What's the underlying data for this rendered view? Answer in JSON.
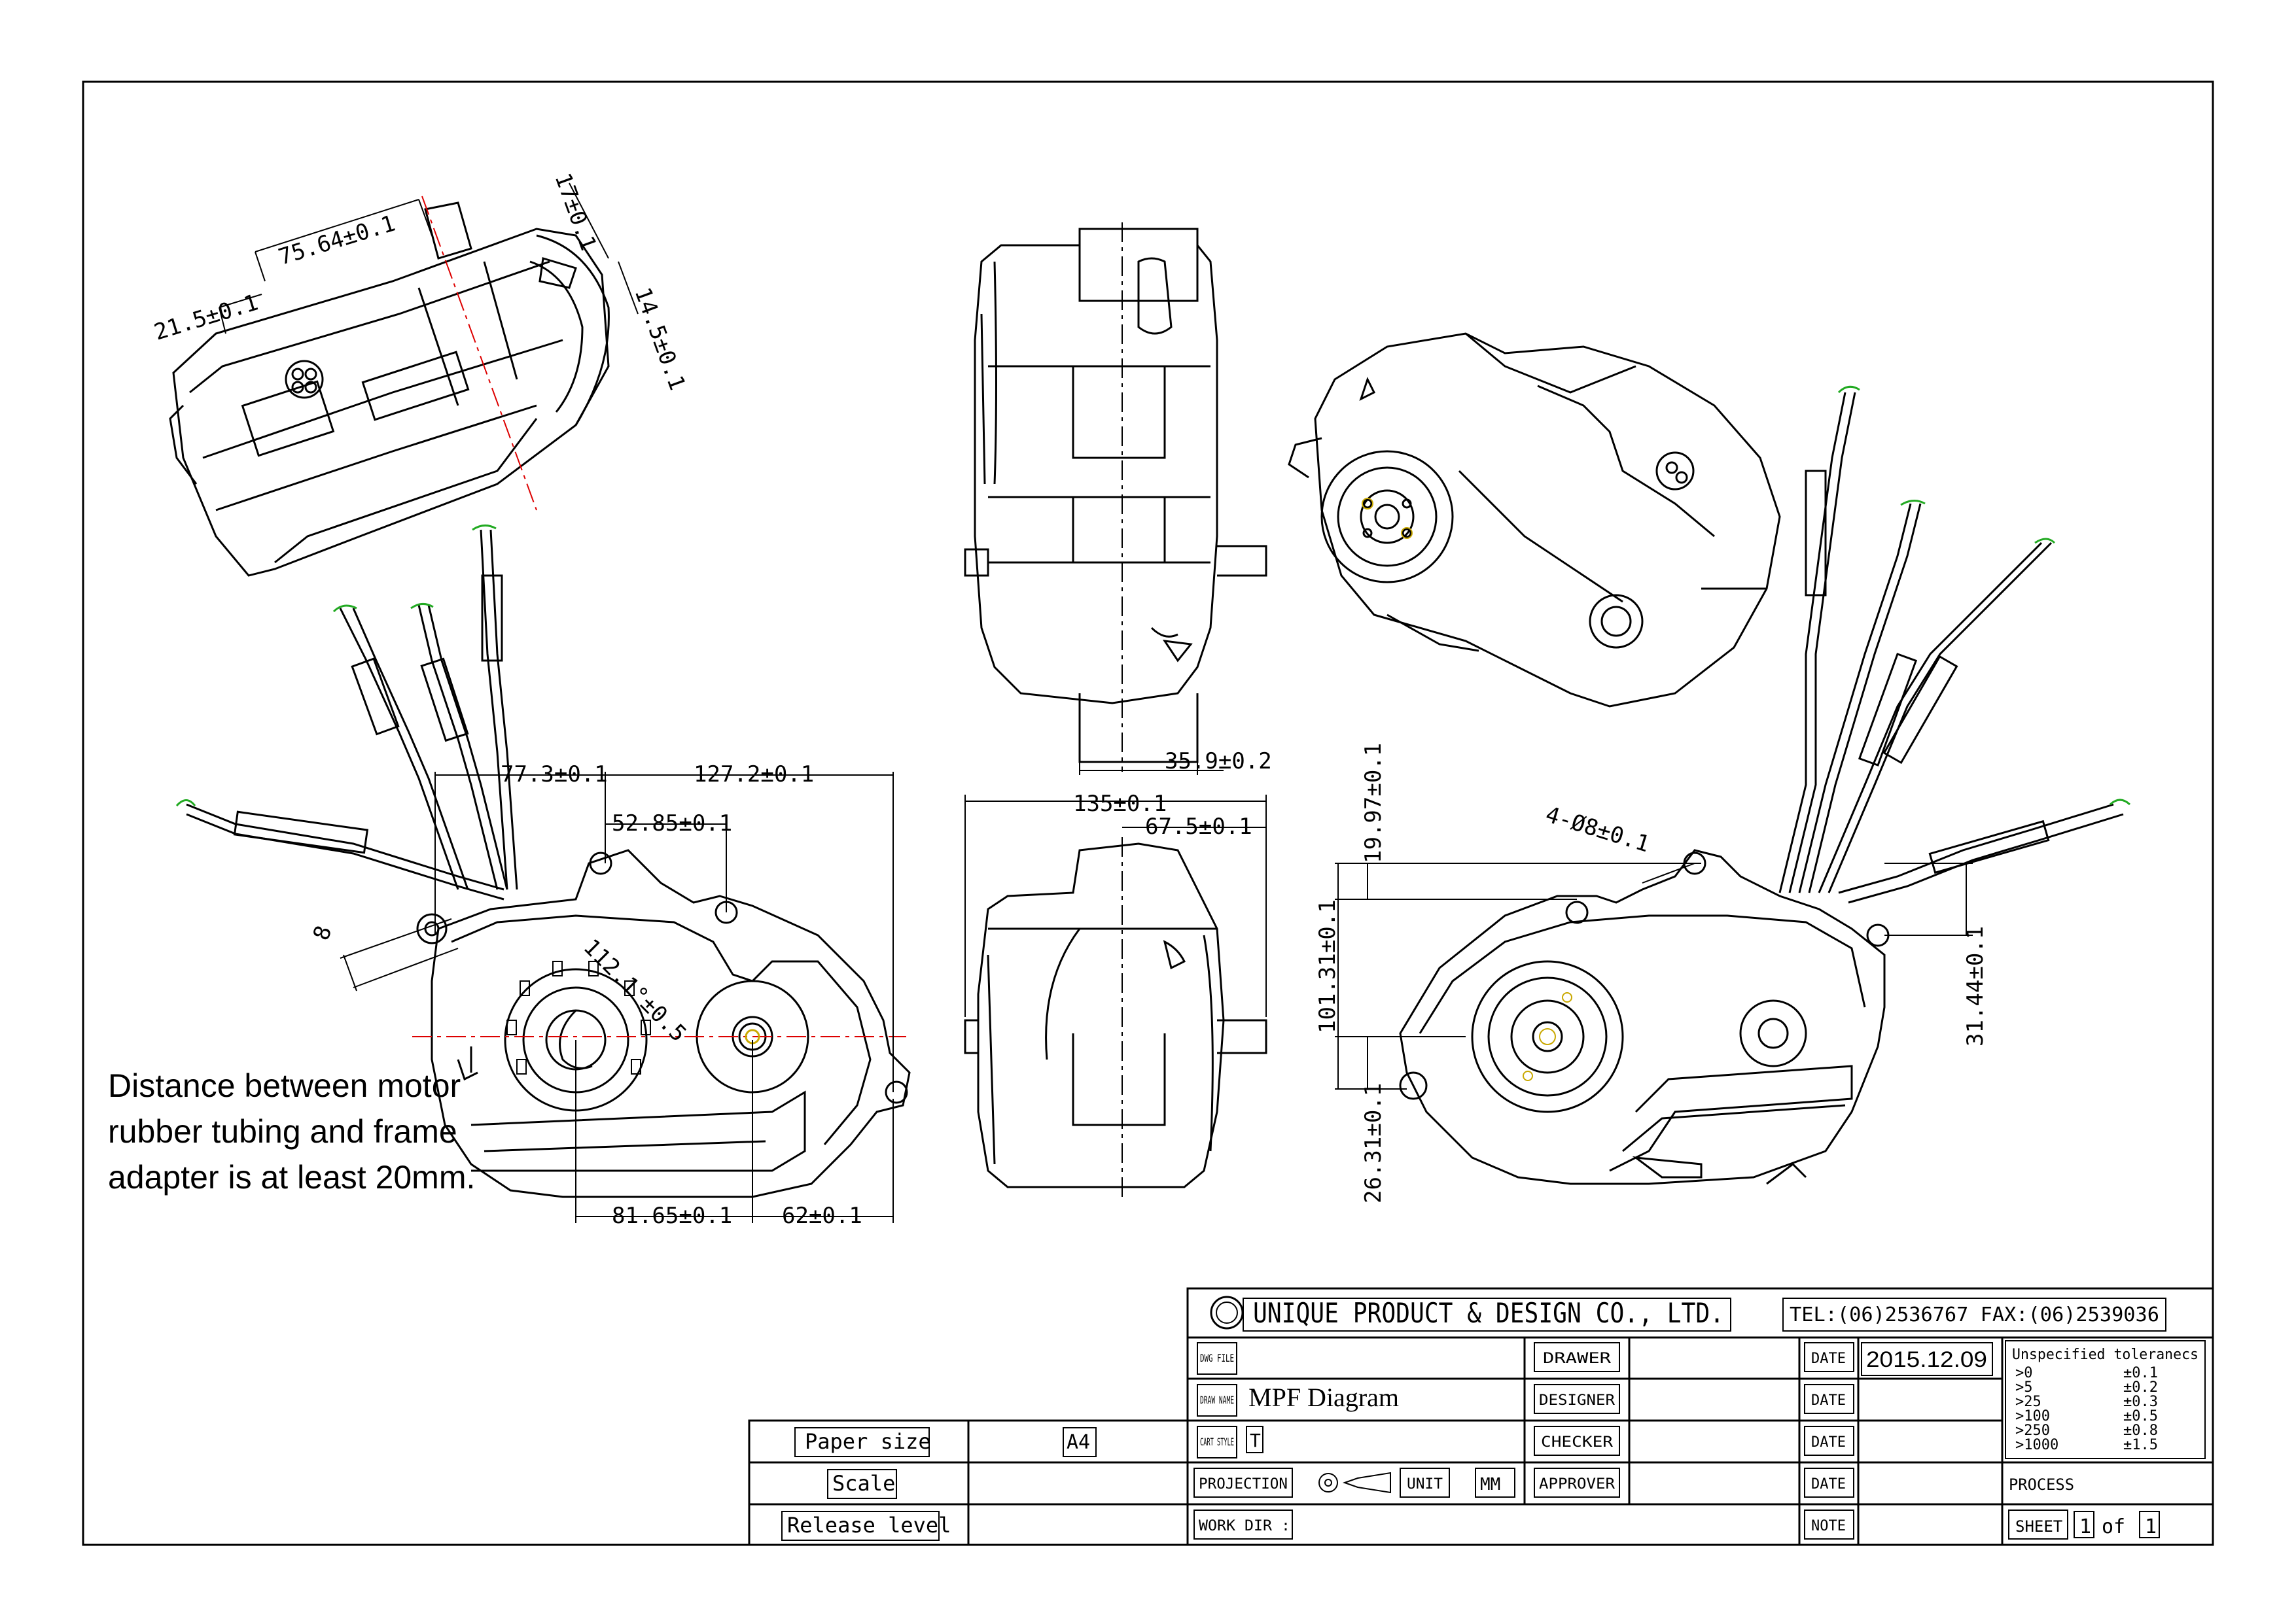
{
  "note": {
    "line1": "Distance between motor",
    "line2": "rubber tubing and frame",
    "line3": "adapter is at least 20mm."
  },
  "dimensions": {
    "d_75_64": "75.64±0.1",
    "d_21_5": "21.5±0.1",
    "d_17": "17±0.1",
    "d_14_5": "14.5±0.1",
    "d_35_9": "35.9±0.2",
    "d_135": "135±0.1",
    "d_67_5": "67.5±0.1",
    "d_77_3": "77.3±0.1",
    "d_127_2": "127.2±0.1",
    "d_52_85": "52.85±0.1",
    "d_8": "8",
    "d_112_1": "112.1°±0.5",
    "d_81_65": "81.65±0.1",
    "d_62": "62±0.1",
    "d_19_97": "19.97±0.1",
    "d_101_31": "101.31±0.1",
    "d_26_31": "26.31±0.1",
    "d_4_8": "4-Ø8±0.1",
    "d_31_44": "31.44±0.1"
  },
  "title_block": {
    "company": "UNIQUE PRODUCT & DESIGN CO., LTD.",
    "contact": "TEL:(06)2536767   FAX:(06)2539036",
    "dwg_file_label": "DWG FILE",
    "draw_name_label": "DRAW NAME",
    "draw_name": "MPF Diagram",
    "cart_style_label": "CART STYLE",
    "cart_style": "T",
    "projection_label": "PROJECTION",
    "unit_label": "UNIT",
    "unit": "MM",
    "work_dir_label": "WORK DIR :",
    "drawer_label": "DRAWER",
    "designer_label": "DESIGNER",
    "checker_label": "CHECKER",
    "approver_label": "APPROVER",
    "date_label": "DATE",
    "date": "2015.12.09",
    "note_label": "NOTE",
    "tol_title": "Unspecified toleranecs",
    "tol_ranges": [
      ">0",
      ">5",
      ">25",
      ">100",
      ">250",
      ">1000"
    ],
    "tol_values": [
      "±0.1",
      "±0.2",
      "±0.3",
      "±0.5",
      "±0.8",
      "±1.5"
    ],
    "process_label": "PROCESS",
    "sheet_label": "SHEET",
    "sheet_num": "1",
    "sheet_of": "of",
    "sheet_total": "1",
    "paper_size_label": "Paper size",
    "paper_size": "A4",
    "scale_label": "Scale",
    "release_level_label": "Release level"
  }
}
